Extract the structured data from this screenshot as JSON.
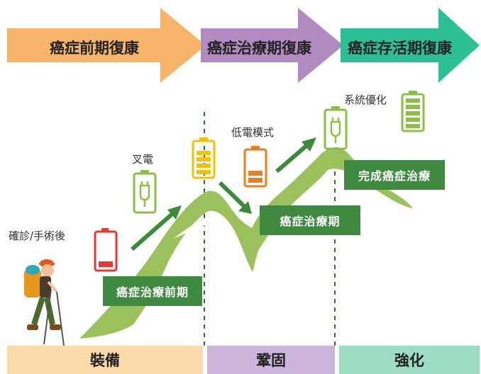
{
  "stages": {
    "pre": "癌症前期復康",
    "treatment": "癌症治療期復康",
    "survival": "癌症存活期復康"
  },
  "labels": {
    "diagnosis": "確診/手術後",
    "recharge": "叉電",
    "low_power": "低電模式",
    "optimize": "系統優化"
  },
  "boxes": {
    "pre_treatment": "癌症治療前期",
    "treatment": "癌症治療期",
    "completed": "完成癌症治療"
  },
  "phases": {
    "prepare": "裝備",
    "consolidate": "鞏固",
    "strengthen": "強化"
  },
  "colors": {
    "stage_pre": "#f7b46b",
    "stage_treatment": "#b08ac0",
    "stage_survival": "#2fbf94",
    "mountain": "#9bc15d",
    "box": "#3f8a40",
    "phase_prepare": "#fcd9a8",
    "phase_consolidate": "#cdb5dc",
    "phase_strengthen": "#9fdcc4"
  }
}
